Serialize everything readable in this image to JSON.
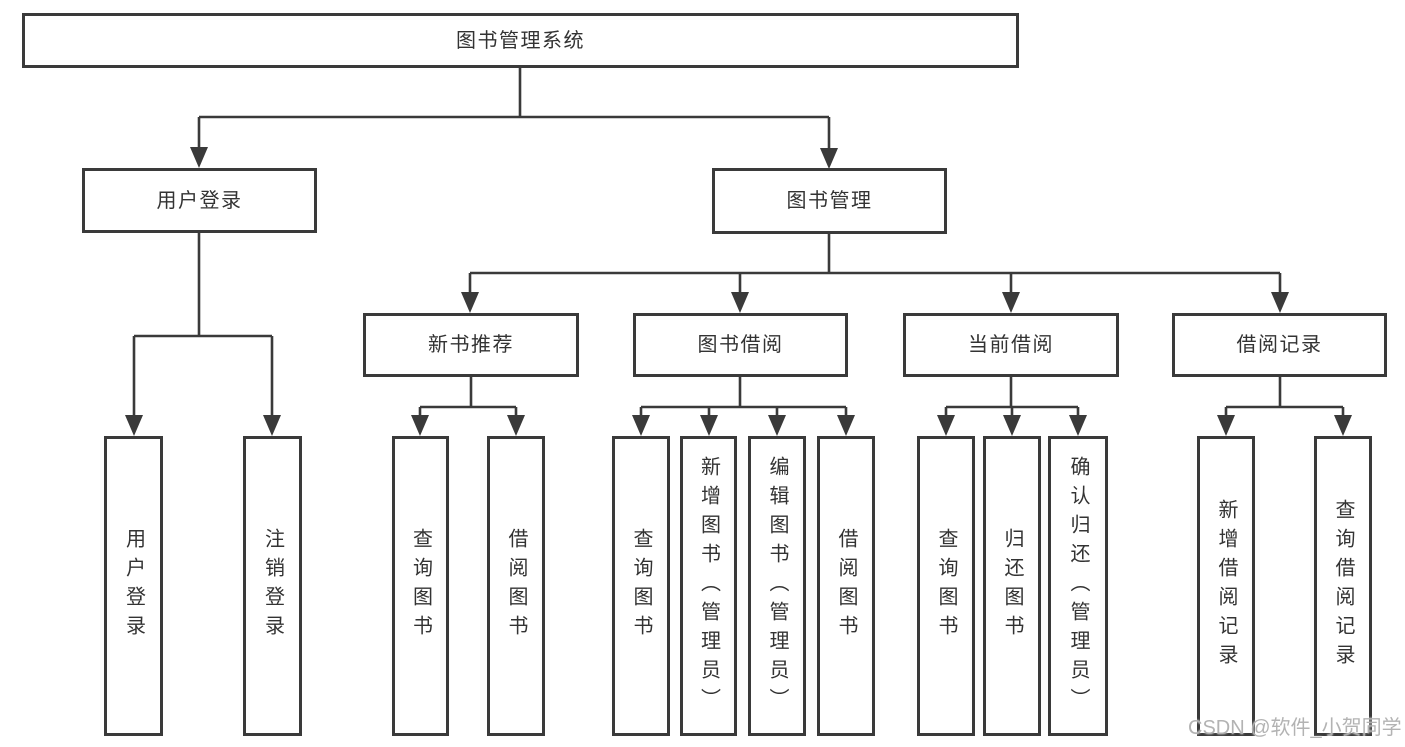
{
  "diagram_title": "图书管理系统",
  "colors": {
    "line": "#3a3a3a",
    "box_background": "#ffffff",
    "text": "#333333",
    "watermark": "#afafaf"
  },
  "tree": {
    "root": {
      "label": "图书管理系统"
    },
    "branches": [
      {
        "label": "用户登录",
        "children": [
          {
            "label": "用户登录"
          },
          {
            "label": "注销登录"
          }
        ]
      },
      {
        "label": "图书管理",
        "children": [
          {
            "label": "新书推荐",
            "children": [
              {
                "label": "查询图书"
              },
              {
                "label": "借阅图书"
              }
            ]
          },
          {
            "label": "图书借阅",
            "children": [
              {
                "label": "查询图书"
              },
              {
                "label": "新增图书（管理员）"
              },
              {
                "label": "编辑图书（管理员）"
              },
              {
                "label": "借阅图书"
              }
            ]
          },
          {
            "label": "当前借阅",
            "children": [
              {
                "label": "查询图书"
              },
              {
                "label": "归还图书"
              },
              {
                "label": "确认归还（管理员）"
              }
            ]
          },
          {
            "label": "借阅记录",
            "children": [
              {
                "label": "新增借阅记录"
              },
              {
                "label": "查询借阅记录"
              }
            ]
          }
        ]
      }
    ]
  },
  "watermark": {
    "text": "CSDN @软件_小贺同学"
  }
}
